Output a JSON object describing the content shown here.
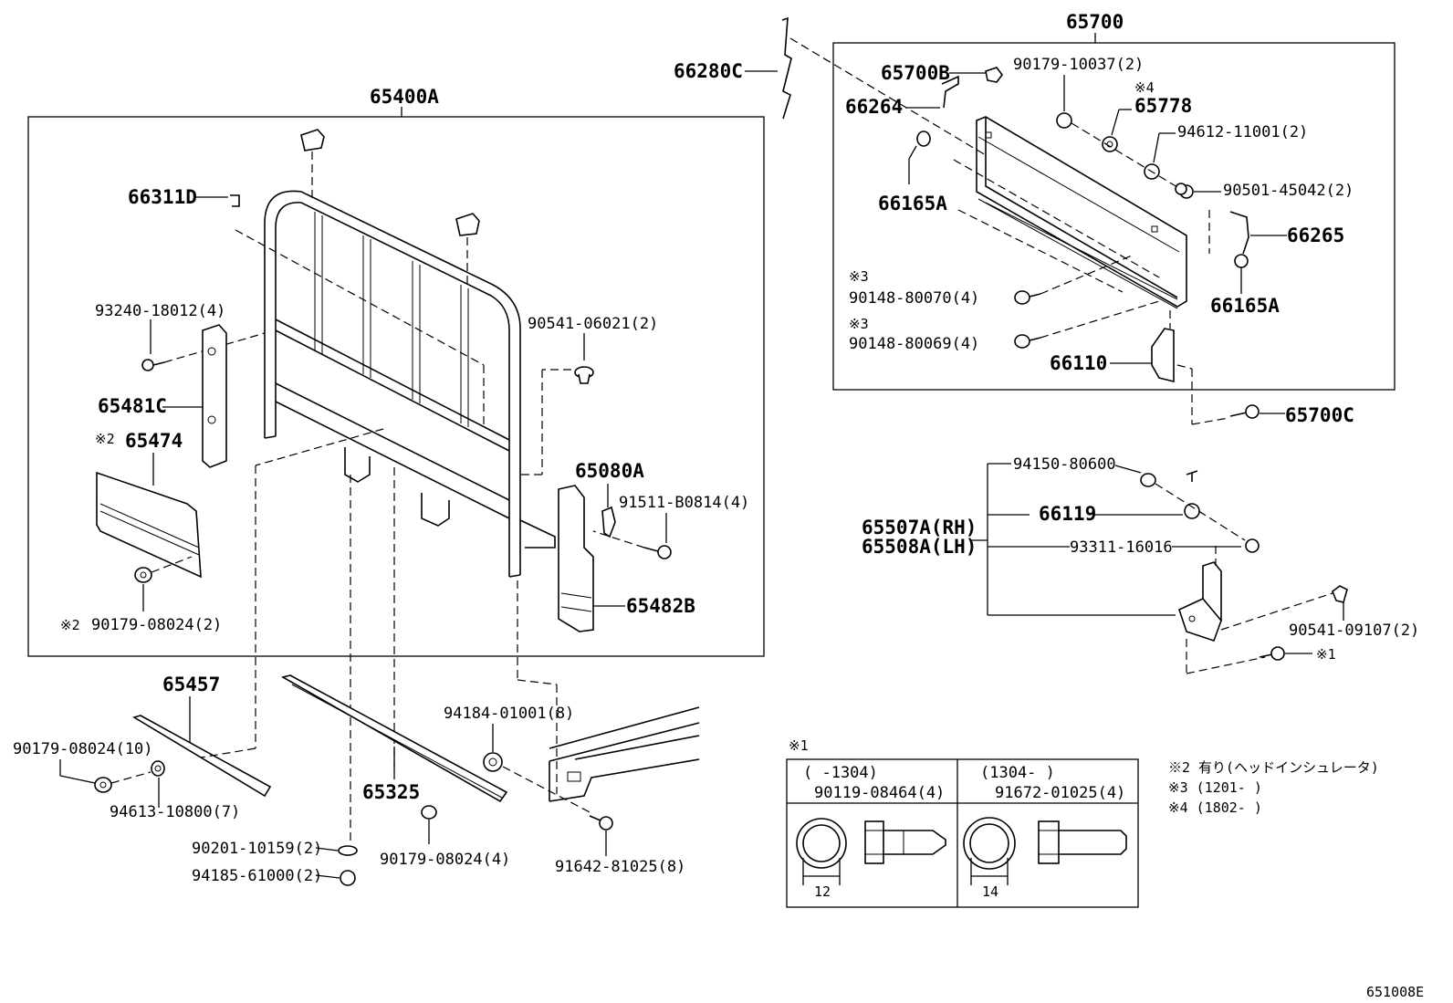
{
  "labels": {
    "p65400A": "65400A",
    "p66311D": "66311D",
    "p93240": "93240-18012(4)",
    "p65481C": "65481C",
    "p65474_note": "※2",
    "p65474": "65474",
    "p90179a": "90179-08024(2)",
    "p90179a_note": "※2",
    "p90541a": "90541-06021(2)",
    "p65080A": "65080A",
    "p91511": "91511-B0814(4)",
    "p65482B": "65482B",
    "p65457": "65457",
    "p90179b": "90179-08024(10)",
    "p94613": "94613-10800(7)",
    "p65325": "65325",
    "p94184": "94184-01001(8)",
    "p90201": "90201-10159(2)",
    "p94185": "94185-61000(2)",
    "p90179c": "90179-08024(4)",
    "p91642": "91642-81025(8)",
    "p66280C": "66280C",
    "p65700": "65700",
    "p65700B": "65700B",
    "p90179d": "90179-10037(2)",
    "p65778_note": "※4",
    "p65778": "65778",
    "p66264": "66264",
    "p94612": "94612-11001(2)",
    "p90501": "90501-45042(2)",
    "p66165A_a": "66165A",
    "p66265": "66265",
    "p66165A_b": "66165A",
    "p90148a_note": "※3",
    "p90148a": "90148-80070(4)",
    "p90148b_note": "※3",
    "p90148b": "90148-80069(4)",
    "p66110": "66110",
    "p65700C": "65700C",
    "p94150": "94150-80600",
    "p66119": "66119",
    "p65507A": "65507A(RH)",
    "p65508A": "65508A(LH)",
    "p93311": "93311-16016",
    "p90541b": "90541-09107(2)",
    "p_note1_ref": "※1"
  },
  "inset": {
    "title": "※1",
    "col1_range": "(     -1304)",
    "col1_part": "90119-08464(4)",
    "col1_dim": "12",
    "col2_range": "(1304-      )",
    "col2_part": "91672-01025(4)",
    "col2_dim": "14"
  },
  "notes": {
    "n2": "※2 有り(ヘッドインシュレータ)",
    "n3": "※3 (1201-      )",
    "n4": "※4 (1802-      )"
  },
  "figure_code": "651008E"
}
